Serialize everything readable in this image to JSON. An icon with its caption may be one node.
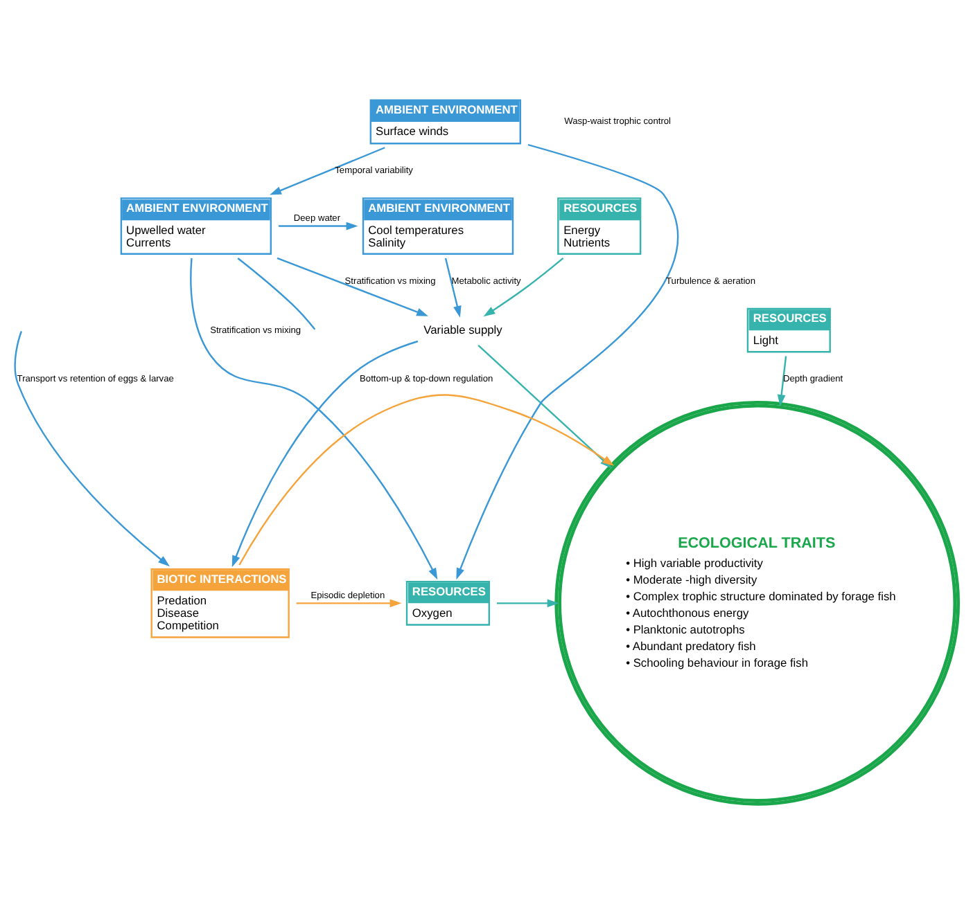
{
  "diagram": {
    "nodes": [
      {
        "text": [
          "AMBIENT ENVIRONMENT",
          "Cool temperatures",
          "Salinity"
        ]
      },
      {
        "text": [
          "RESOURCES",
          "Energy",
          "Nutrients"
        ]
      },
      {
        "text": [
          "AMBIENT ENVIRONMENT",
          "Upwelled water",
          "Currents"
        ]
      },
      {
        "text": [
          "Variable supply"
        ]
      },
      {
        "text": [
          "AMBIENT ENVIRONMENT",
          "Surface winds"
        ]
      },
      {
        "text": [
          "BIOTIC INTERACTIONS",
          "Predation",
          "Disease",
          "Competition"
        ]
      },
      {
        "text": [
          "ECOLOGICAL TRAITS",
          "• High variable productivity",
          "• Moderate -high diversity",
          "• Complex trophic structure dominated by forage fish",
          "• Autochthonous energy",
          "• Planktonic autotrophs",
          "• Abundant predatory fish",
          "• Schooling behaviour in forage fish"
        ]
      },
      {
        "text": [
          "RESOURCES",
          "Oxygen"
        ]
      },
      {
        "text": [
          "RESOURCES",
          "Light"
        ]
      }
    ],
    "edges": [
      {
        "from": 2,
        "to": 0,
        "arrow": "to",
        "label": "Deep water"
      },
      {
        "from": 0,
        "to": 3,
        "arrow": "to",
        "label": "Metabolic activity"
      },
      {
        "from": 1,
        "to": 3,
        "arrow": "to",
        "color": "#36b3ad"
      },
      {
        "from": 2,
        "to": 3,
        "arrow": "to",
        "label": "Stratification vs mixing"
      },
      {
        "from": 4,
        "to": 2,
        "arrow": "to",
        "label": "Temporal variability"
      },
      {
        "from": 2,
        "to": 7,
        "arrow": "to",
        "label": "Stratification vs mixing"
      },
      {
        "from": 2,
        "to": null,
        "arrow": "none"
      },
      {
        "from": 3,
        "to": 5,
        "arrow": "to"
      },
      {
        "from": 3,
        "to": 6,
        "arrow": "to",
        "color": "#36b3ad"
      },
      {
        "from": 4,
        "to": 7,
        "arrow": "to",
        "label": "Turbulence & aeration"
      },
      {
        "from": 7,
        "to": 6,
        "arrow": "to",
        "color": "#36b3ad"
      },
      {
        "from": 5,
        "to": 6,
        "arrow": "to",
        "label": "Bottom-up & top-down regulation",
        "color": "#f5a33b"
      },
      {
        "from": 8,
        "to": 6,
        "arrow": "to",
        "label": "Depth gradient",
        "color": "#36b3ad"
      },
      {
        "from": 5,
        "to": 7,
        "arrow": "to",
        "label": "Episodic depletion",
        "color": "#f5a33b"
      },
      {
        "from": null,
        "to": 5,
        "arrow": "to",
        "label": "Transport vs retention of eggs & larvae"
      }
    ],
    "labels": [
      "Wasp-waist trophic control"
    ]
  }
}
